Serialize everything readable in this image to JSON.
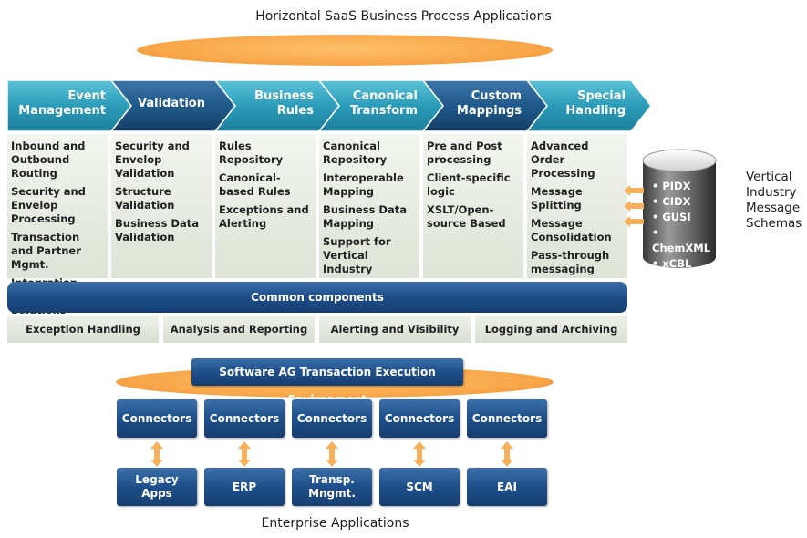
{
  "header": {
    "title": "Horizontal SaaS Business Process Applications"
  },
  "stages": [
    {
      "label": "Event\nManagement",
      "color": "#2a9bb8",
      "items": [
        "Inbound and Outbound Routing",
        "Security and Envelop Processing",
        "Transaction and Partner Mgmt.",
        "Integration with Hosted Solutions"
      ]
    },
    {
      "label": "Validation",
      "color": "#1f5a8a",
      "items": [
        "Security and Envelop Validation",
        "Structure Validation",
        "Business Data Validation"
      ]
    },
    {
      "label": "Business\nRules",
      "color": "#2a9bb8",
      "items": [
        "Rules Repository",
        "Canonical-based Rules",
        "Exceptions and Alerting"
      ]
    },
    {
      "label": "Canonical\nTransform",
      "color": "#2a9bb8",
      "items": [
        "Canonical Repository",
        "Interoperable Mapping",
        "Business Data Mapping",
        "Support for Vertical Industry"
      ]
    },
    {
      "label": "Custom\nMappings",
      "color": "#1f5a8a",
      "items": [
        "Pre and Post processing",
        "Client-specific logic",
        "XSLT/Open-source Based"
      ]
    },
    {
      "label": "Special\nHandling",
      "color": "#2a9bb8",
      "items": [
        "Advanced Order Processing",
        "Message Splitting",
        "Message Consolidation",
        "Pass-through messaging"
      ]
    }
  ],
  "database": {
    "items": [
      "• PIDX",
      "• CIDX",
      "• GUSI",
      "• ChemXML",
      "• xCBL"
    ]
  },
  "vertical_label": "Vertical\nIndustry\nMessage\nSchemas",
  "common": {
    "title": "Common components",
    "items": [
      "Exception Handling",
      "Analysis and Reporting",
      "Alerting and Visibility",
      "Logging and Archiving"
    ]
  },
  "execution": {
    "title": "Software AG Transaction Execution Environment"
  },
  "connectors": [
    {
      "label": "Connectors",
      "app": "Legacy\nApps"
    },
    {
      "label": "Connectors",
      "app": "ERP"
    },
    {
      "label": "Connectors",
      "app": "Transp.\nMngmt."
    },
    {
      "label": "Connectors",
      "app": "SCM"
    },
    {
      "label": "Connectors",
      "app": "EAI"
    }
  ],
  "footer": {
    "title": "Enterprise Applications"
  },
  "colors": {
    "orange": "#f9a84b",
    "navy": "#1e4f8a",
    "teal": "#2a9bb8",
    "arrow": "#f7b15a"
  }
}
